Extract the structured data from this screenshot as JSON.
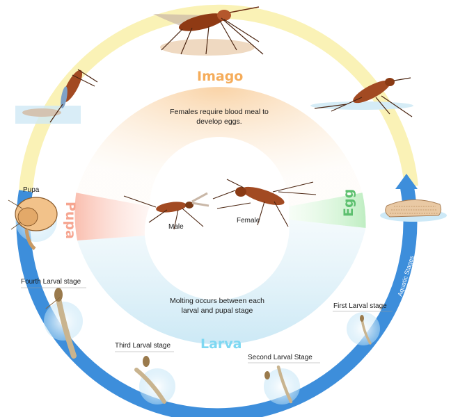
{
  "stages": {
    "imago": "Imago",
    "egg": "Egg",
    "larva": "Larva",
    "pupa": "Pupa"
  },
  "notes": {
    "imago_note": "Females require blood meal to develop eggs.",
    "larva_note": "Molting occurs between each larval and pupal stage"
  },
  "center": {
    "male": "Male",
    "female": "Female"
  },
  "ring_label": "Aquatic Stages",
  "stage_labels": {
    "pupa": "Pupa",
    "fourth_larval": "Fourth Larval stage",
    "third_larval": "Third Larval stage",
    "second_larval": "Second Larval Stage",
    "first_larval": "First Larval stage"
  },
  "colors": {
    "ring_yellow": "#faf2b6",
    "ring_blue": "#3d8edb",
    "imago": "#f5ac5a",
    "egg": "#5cbf6e",
    "larva": "#7ed8f2",
    "pupa": "#f6a590",
    "mosquito_body": "#a24a22"
  }
}
